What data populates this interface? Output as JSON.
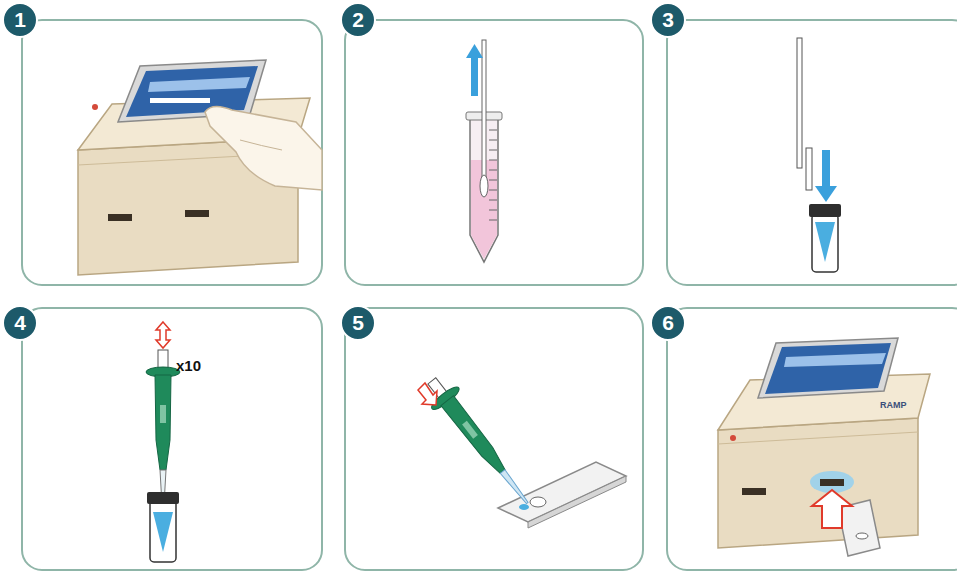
{
  "diagram": {
    "nodes": [
      {
        "text": [
          "1"
        ]
      },
      {
        "text": [
          "2"
        ]
      },
      {
        "text": [
          "3"
        ]
      },
      {
        "text": [
          "4"
        ]
      },
      {
        "text": [
          "5"
        ]
      },
      {
        "text": [
          "6"
        ]
      }
    ],
    "labels": [
      "x10",
      "RAMP"
    ]
  }
}
